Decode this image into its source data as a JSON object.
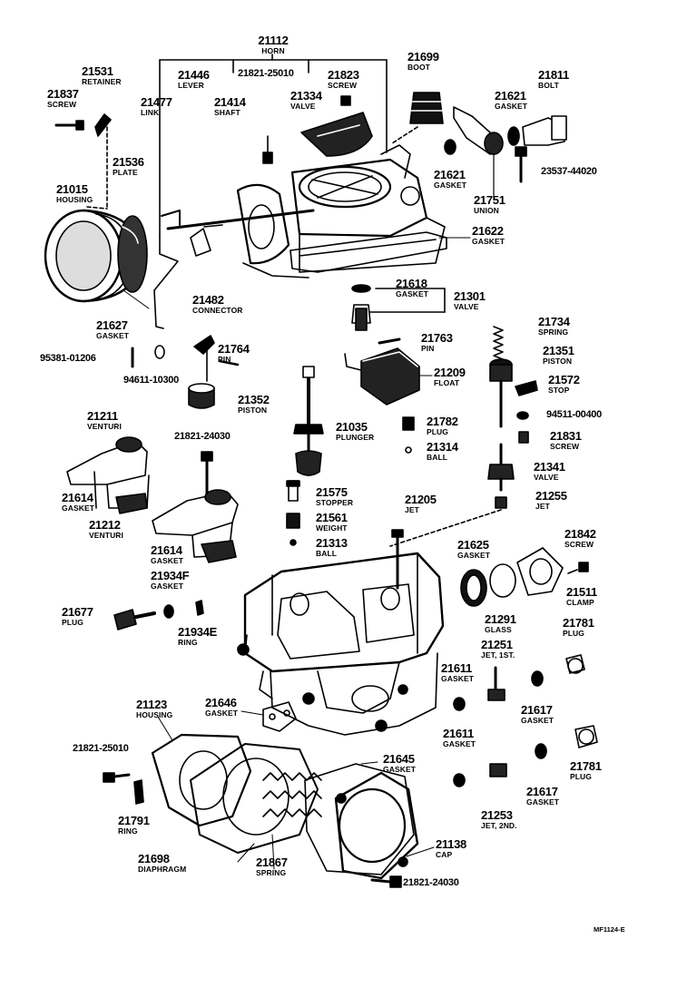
{
  "labels": {
    "p21112": {
      "num": "21112",
      "desc": "HORN"
    },
    "p21531": {
      "num": "21531",
      "desc": "RETAINER"
    },
    "p21837": {
      "num": "21837",
      "desc": "SCREW"
    },
    "p21446": {
      "num": "21446",
      "desc": "LEVER"
    },
    "p21821a": {
      "num": "21821-25010",
      "desc": ""
    },
    "p21823": {
      "num": "21823",
      "desc": "SCREW"
    },
    "p21699": {
      "num": "21699",
      "desc": "BOOT"
    },
    "p21811": {
      "num": "21811",
      "desc": "BOLT"
    },
    "p21477": {
      "num": "21477",
      "desc": "LINK"
    },
    "p21414": {
      "num": "21414",
      "desc": "SHAFT"
    },
    "p21334": {
      "num": "21334",
      "desc": "VALVE"
    },
    "p21621a": {
      "num": "21621",
      "desc": "GASKET"
    },
    "p21536": {
      "num": "21536",
      "desc": "PLATE"
    },
    "p21015": {
      "num": "21015",
      "desc": "HOUSING"
    },
    "p21621b": {
      "num": "21621",
      "desc": "GASKET"
    },
    "p23537": {
      "num": "23537-44020",
      "desc": ""
    },
    "p21751": {
      "num": "21751",
      "desc": "UNION"
    },
    "p21622": {
      "num": "21622",
      "desc": "GASKET"
    },
    "p21618": {
      "num": "21618",
      "desc": "GASKET"
    },
    "p21301": {
      "num": "21301",
      "desc": "VALVE"
    },
    "p21482": {
      "num": "21482",
      "desc": "CONNECTOR"
    },
    "p21627": {
      "num": "21627",
      "desc": "GASKET"
    },
    "p21734": {
      "num": "21734",
      "desc": "SPRING"
    },
    "p21763": {
      "num": "21763",
      "desc": "PIN"
    },
    "p21351": {
      "num": "21351",
      "desc": "PISTON"
    },
    "p95381": {
      "num": "95381-01206",
      "desc": ""
    },
    "p21764": {
      "num": "21764",
      "desc": "PIN"
    },
    "p94611": {
      "num": "94611-10300",
      "desc": ""
    },
    "p21209": {
      "num": "21209",
      "desc": "FLOAT"
    },
    "p21572": {
      "num": "21572",
      "desc": "STOP"
    },
    "p21352": {
      "num": "21352",
      "desc": "PISTON"
    },
    "p94511": {
      "num": "94511-00400",
      "desc": ""
    },
    "p21211": {
      "num": "21211",
      "desc": "VENTURI"
    },
    "p21035": {
      "num": "21035",
      "desc": "PLUNGER"
    },
    "p21782": {
      "num": "21782",
      "desc": "PLUG"
    },
    "p21821b": {
      "num": "21821-24030",
      "desc": ""
    },
    "p21314": {
      "num": "21314",
      "desc": "BALL"
    },
    "p21831": {
      "num": "21831",
      "desc": "SCREW"
    },
    "p21341": {
      "num": "21341",
      "desc": "VALVE"
    },
    "p21614a": {
      "num": "21614",
      "desc": "GASKET"
    },
    "p21575": {
      "num": "21575",
      "desc": "STOPPER"
    },
    "p21205": {
      "num": "21205",
      "desc": "JET"
    },
    "p21255": {
      "num": "21255",
      "desc": "JET"
    },
    "p21212": {
      "num": "21212",
      "desc": "VENTURI"
    },
    "p21561": {
      "num": "21561",
      "desc": "WEIGHT"
    },
    "p21842": {
      "num": "21842",
      "desc": "SCREW"
    },
    "p21614b": {
      "num": "21614",
      "desc": "GASKET"
    },
    "p21313": {
      "num": "21313",
      "desc": "BALL"
    },
    "p21625": {
      "num": "21625",
      "desc": "GASKET"
    },
    "p21934F": {
      "num": "21934F",
      "desc": "GASKET"
    },
    "p21511": {
      "num": "21511",
      "desc": "CLAMP"
    },
    "p21677": {
      "num": "21677",
      "desc": "PLUG"
    },
    "p21291": {
      "num": "21291",
      "desc": "GLASS"
    },
    "p21781a": {
      "num": "21781",
      "desc": "PLUG"
    },
    "p21934E": {
      "num": "21934E",
      "desc": "RING"
    },
    "p21251": {
      "num": "21251",
      "desc": "JET, 1ST."
    },
    "p21611a": {
      "num": "21611",
      "desc": "GASKET"
    },
    "p21123": {
      "num": "21123",
      "desc": "HOUSING"
    },
    "p21646": {
      "num": "21646",
      "desc": "GASKET"
    },
    "p21617a": {
      "num": "21617",
      "desc": "GASKET"
    },
    "p21611b": {
      "num": "21611",
      "desc": "GASKET"
    },
    "p21821c": {
      "num": "21821-25010",
      "desc": ""
    },
    "p21645": {
      "num": "21645",
      "desc": "GASKET"
    },
    "p21781b": {
      "num": "21781",
      "desc": "PLUG"
    },
    "p21617b": {
      "num": "21617",
      "desc": "GASKET"
    },
    "p21791": {
      "num": "21791",
      "desc": "RING"
    },
    "p21253": {
      "num": "21253",
      "desc": "JET, 2ND."
    },
    "p21138": {
      "num": "21138",
      "desc": "CAP"
    },
    "p21698": {
      "num": "21698",
      "desc": "DIAPHRAGM"
    },
    "p21867": {
      "num": "21867",
      "desc": "SPRING"
    },
    "p21821d": {
      "num": "21821-24030",
      "desc": ""
    }
  },
  "figure_code": "MF1124-E"
}
